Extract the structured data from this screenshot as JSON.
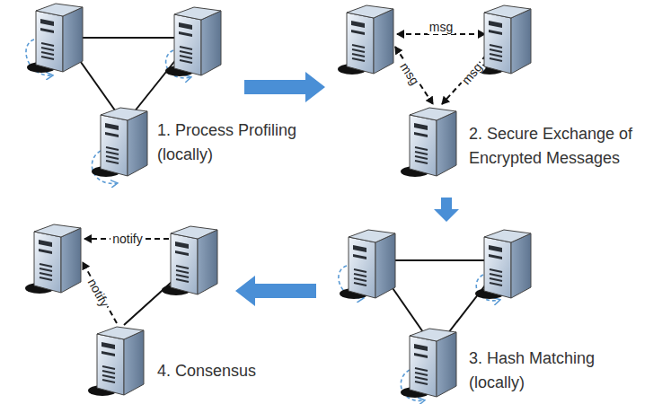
{
  "diagram": {
    "labels": [
      "1. Process Profiling (locally)",
      "2. Secure Exchange of Encrypted Messages",
      "3. Hash Matching (locally)",
      "4. Consensus",
      "msg",
      "msg",
      "msg",
      "notify",
      "notify"
    ]
  }
}
